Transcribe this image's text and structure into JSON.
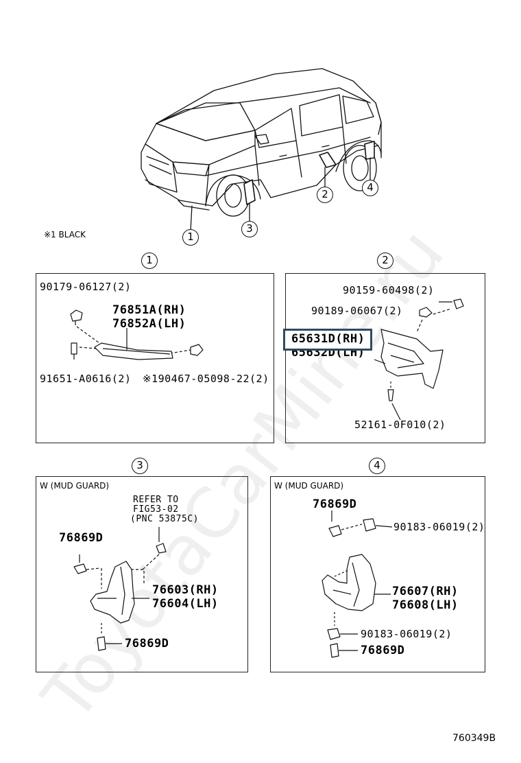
{
  "watermark": "ToyotaCarMine.ru",
  "overview": {
    "note": "※1 BLACK",
    "callouts": [
      "1",
      "2",
      "3",
      "4"
    ]
  },
  "panels": [
    {
      "id": "1",
      "labels": {
        "clip_top": "90179-06127(2)",
        "part_rh": "76851A(RH)",
        "part_lh": "76852A(LH)",
        "screw": "91651-A0616(2)",
        "nut": "※190467-05098-22(2)"
      }
    },
    {
      "id": "2",
      "labels": {
        "bolt_top": "90159-60498(2)",
        "nut": "90189-06067(2)",
        "part_rh": "65631D(RH)",
        "part_lh": "65632D(LH)",
        "clip": "52161-0F010(2)"
      }
    },
    {
      "id": "3",
      "header": "W (MUD GUARD)",
      "labels": {
        "refer_1": "REFER TO",
        "refer_2": "FIG53-02",
        "refer_3": "(PNC 53875C)",
        "screw_top": "76869D",
        "part_rh": "76603(RH)",
        "part_lh": "76604(LH)",
        "screw_bottom": "76869D"
      }
    },
    {
      "id": "4",
      "header": "W (MUD GUARD)",
      "labels": {
        "screw_top": "76869D",
        "clip_top": "90183-06019(2)",
        "part_rh": "76607(RH)",
        "part_lh": "76608(LH)",
        "clip_bottom": "90183-06019(2)",
        "screw_bottom": "76869D"
      }
    }
  ],
  "figure_code": "760349B"
}
